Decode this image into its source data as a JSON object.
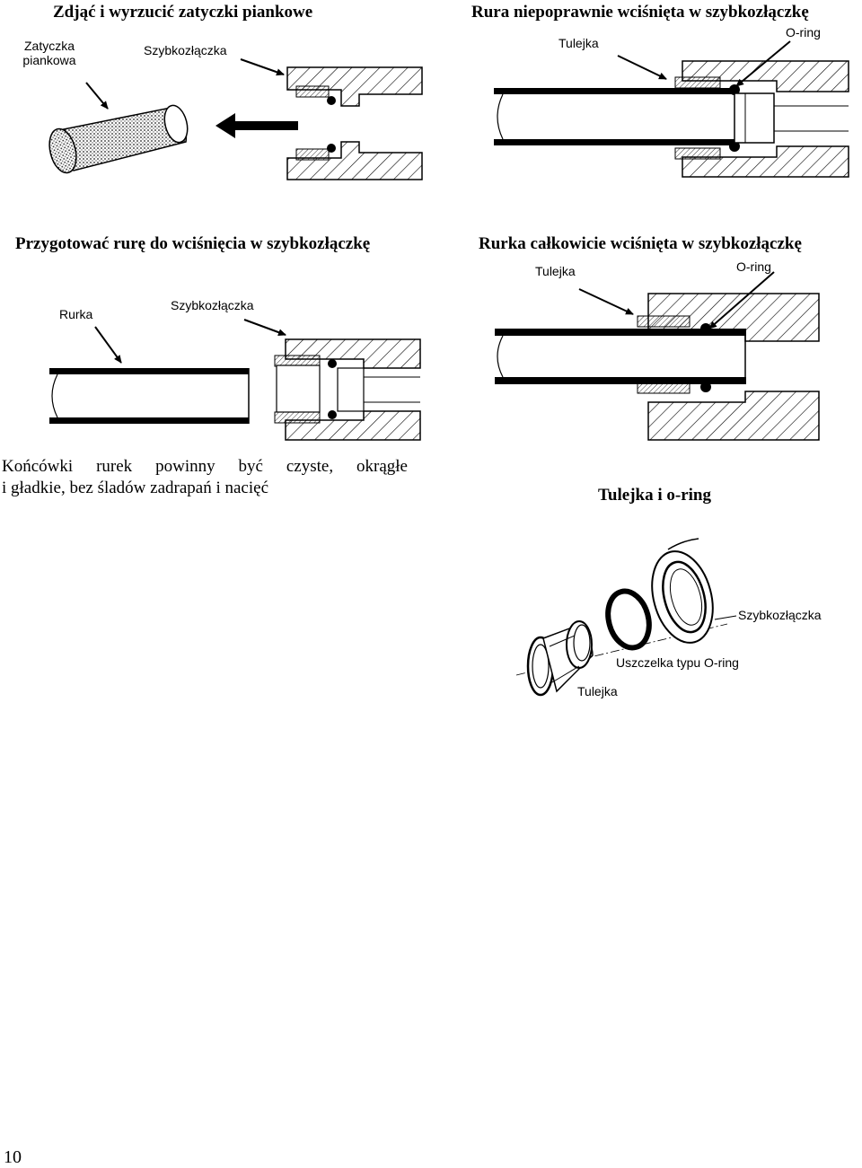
{
  "panels": {
    "remove_plugs": {
      "title": "Zdjąć i wyrzucić zatyczki piankowe",
      "label_plug": "Zatyczka piankowa",
      "label_fitting": "Szybkozłączka"
    },
    "wrong_insert": {
      "title": "Rura niepoprawnie wciśnięta w szybkozłączkę",
      "label_sleeve": "Tulejka",
      "label_oring": "O-ring"
    },
    "prepare": {
      "title": "Przygotować rurę do wciśnięcia w szybkozłączkę",
      "label_pipe": "Rurka",
      "label_fitting": "Szybkozłączka"
    },
    "full_insert": {
      "title": "Rurka całkowicie wciśnięta w szybkozłączkę",
      "label_sleeve": "Tulejka",
      "label_oring": "O-ring"
    },
    "pipe_ends": {
      "line1": "Końcówki rurek powinny być czyste, okrągłe",
      "line2": "i gładkie, bez śladów zadrapań i nacięć"
    },
    "exploded": {
      "title": "Tulejka i o-ring",
      "label_fitting": "Szybkozłączka",
      "label_oring": "Uszczelka typu O-ring",
      "label_sleeve": "Tulejka"
    }
  },
  "page_number": "10"
}
